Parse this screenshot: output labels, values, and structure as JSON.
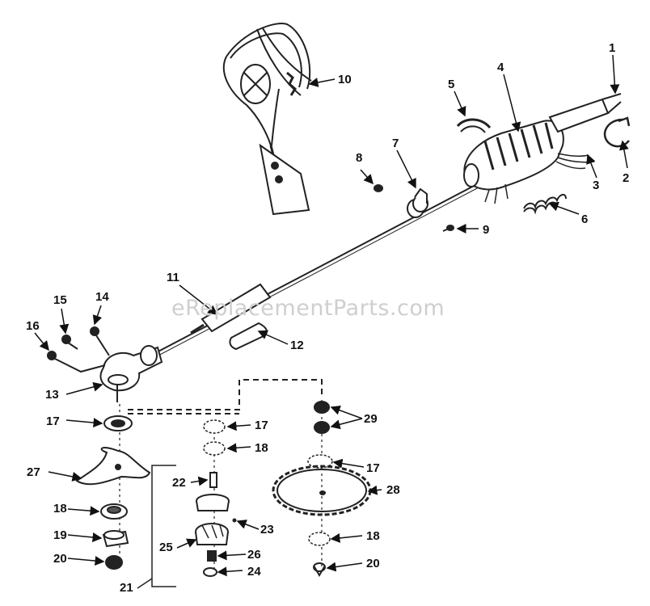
{
  "watermark": "eReplacementParts.com",
  "callouts": {
    "p1": "1",
    "p2": "2",
    "p3": "3",
    "p4": "4",
    "p5": "5",
    "p6": "6",
    "p7": "7",
    "p8": "8",
    "p9": "9",
    "p10": "10",
    "p11": "11",
    "p12": "12",
    "p13": "13",
    "p14": "14",
    "p15": "15",
    "p16": "16",
    "p17a": "17",
    "p17b": "17",
    "p17c": "17",
    "p18a": "18",
    "p18b": "18",
    "p18c": "18",
    "p19": "19",
    "p20a": "20",
    "p20b": "20",
    "p21": "21",
    "p22": "22",
    "p23": "23",
    "p24": "24",
    "p25": "25",
    "p26": "26",
    "p27": "27",
    "p28": "28",
    "p29": "29"
  }
}
